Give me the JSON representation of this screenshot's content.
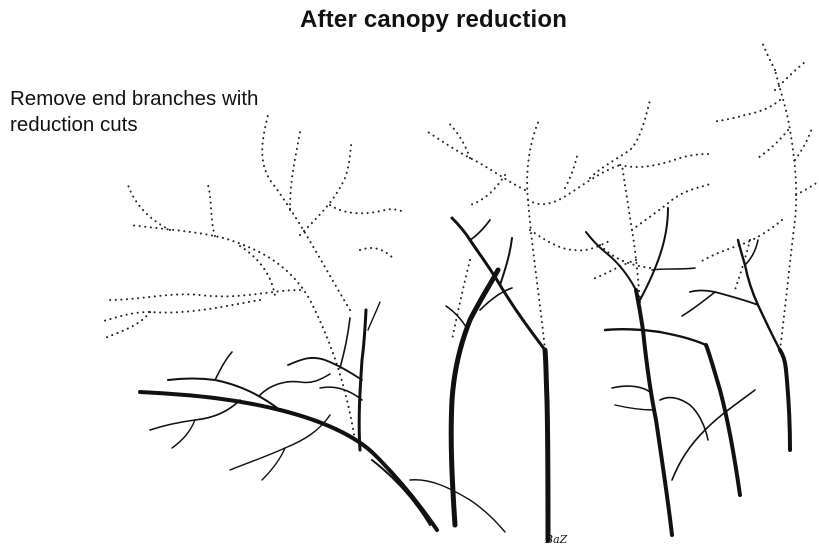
{
  "title": "After canopy reduction",
  "caption": {
    "line1": "Remove end branches with",
    "line2": "reduction cuts"
  },
  "signature": "BaZ"
}
